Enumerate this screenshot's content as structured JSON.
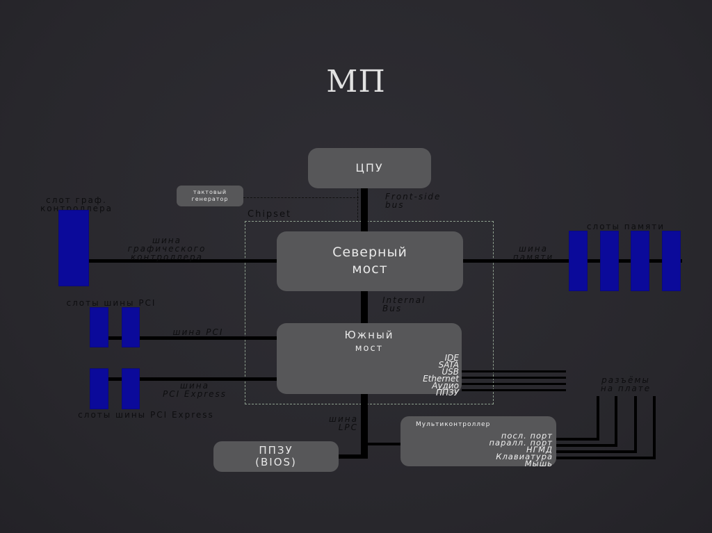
{
  "slide": {
    "title": "МП",
    "background_color": "#2b2a30",
    "box_color": "#575759",
    "slot_color": "#0b0a9a",
    "bus_color": "#000000"
  },
  "blocks": {
    "cpu": "ЦПУ",
    "clock_generator": [
      "тактовый",
      "генератор"
    ],
    "northbridge": [
      "Северный",
      "мост"
    ],
    "southbridge": [
      "Южный",
      "мост"
    ],
    "southbridge_ports": [
      "IDE",
      "SATA",
      "USB",
      "Ethernet",
      "Аудио",
      "ППЗУ"
    ],
    "bios": [
      "ППЗУ",
      "(BIOS)"
    ],
    "multicontroller": {
      "title": "Мультиконтроллер",
      "ports": [
        "посл. порт",
        "паралл. порт",
        "НГМД",
        "Клавиатура",
        "Мышь"
      ]
    }
  },
  "labels": {
    "chipset": "Chipset",
    "front_side_bus": [
      "Front-side",
      "bus"
    ],
    "internal_bus": [
      "Internal",
      "Bus"
    ],
    "graphics_slot": [
      "слот граф.",
      "контроллера"
    ],
    "graphics_bus": [
      "шина",
      "графического",
      "контроллера"
    ],
    "memory_slots": "слоты памяти",
    "memory_bus": [
      "шина",
      "памяти"
    ],
    "pci_slots": "слоты шины PCI",
    "pci_bus": "шина PCI",
    "pcie_bus": [
      "шина",
      "PCI Express"
    ],
    "pcie_slots": "слоты шины PCI Express",
    "lpc_bus": [
      "шина",
      "LPC"
    ],
    "board_connectors": [
      "разъёмы",
      "на плате"
    ]
  }
}
